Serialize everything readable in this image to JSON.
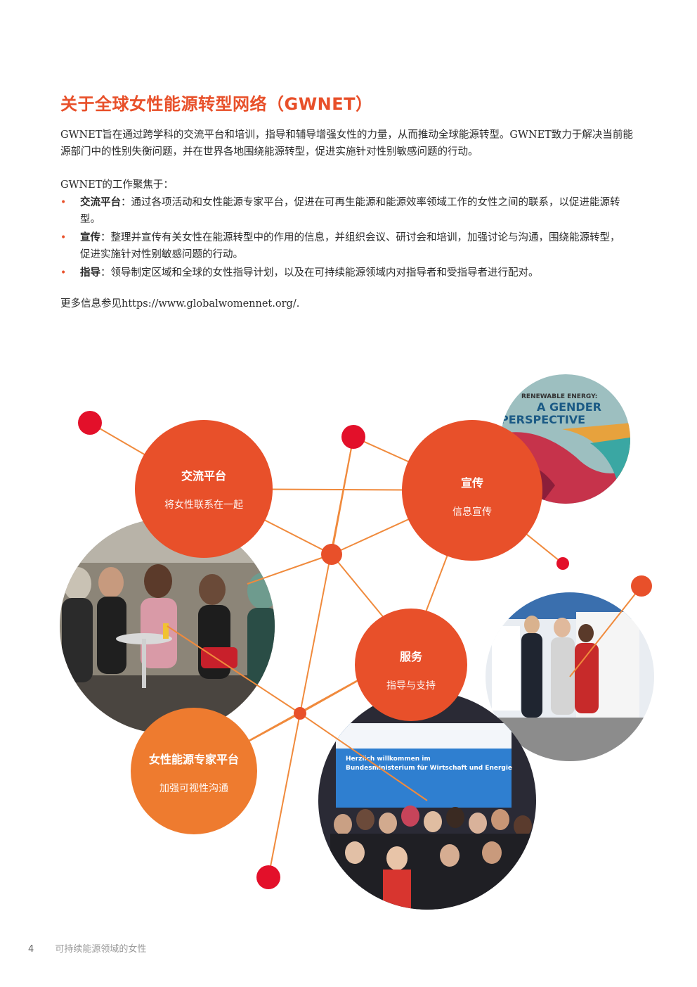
{
  "heading": "关于全球女性能源转型网络（GWNET）",
  "intro": "GWNET旨在通过跨学科的交流平台和培训，指导和辅导增强女性的力量，从而推动全球能源转型。GWNET致力于解决当前能源部门中的性别失衡问题，并在世界各地围绕能源转型，促进实施针对性别敏感问题的行动。",
  "focus_label": "GWNET的工作聚焦于：",
  "bullets": [
    {
      "term": "交流平台",
      "sep": "：",
      "text": "通过各项活动和女性能源专家平台，促进在可再生能源和能源效率领域工作的女性之间的联系，以促进能源转型。"
    },
    {
      "term": "宣传",
      "sep": "：",
      "text": "整理并宣传有关女性在能源转型中的作用的信息，并组织会议、研讨会和培训，加强讨论与沟通，围绕能源转型，促进实施针对性别敏感问题的行动。"
    },
    {
      "term": "指导",
      "sep": "：",
      "text": "领导制定区域和全球的女性指导计划，以及在可持续能源领域内对指导者和受指导者进行配对。"
    }
  ],
  "more_info": "更多信息参见https://www.globalwomennet.org/.",
  "diagram": {
    "nodes": [
      {
        "title": "交流平台",
        "subtitle": "将女性联系在一起"
      },
      {
        "title": "宣传",
        "subtitle": "信息宣传"
      },
      {
        "title": "服务",
        "subtitle": "指导与支持"
      },
      {
        "title": "女性能源专家平台",
        "subtitle": "加强可视性沟通"
      }
    ],
    "photo_texts": {
      "book_line1": "RENEWABLE ENERGY:",
      "book_line2": "A GENDER",
      "book_line3": "PERSPECTIVE",
      "screen_line1": "Herzlich willkommen im",
      "screen_line2": "Bundesministerium für Wirtschaft und Energie"
    },
    "colors": {
      "node_red": "#e8502a",
      "node_orange": "#ee7b2f",
      "line": "#f08a3c",
      "dot": "#e3102a"
    }
  },
  "footer": {
    "page_number": "4",
    "running_title": "可持续能源领域的女性"
  }
}
